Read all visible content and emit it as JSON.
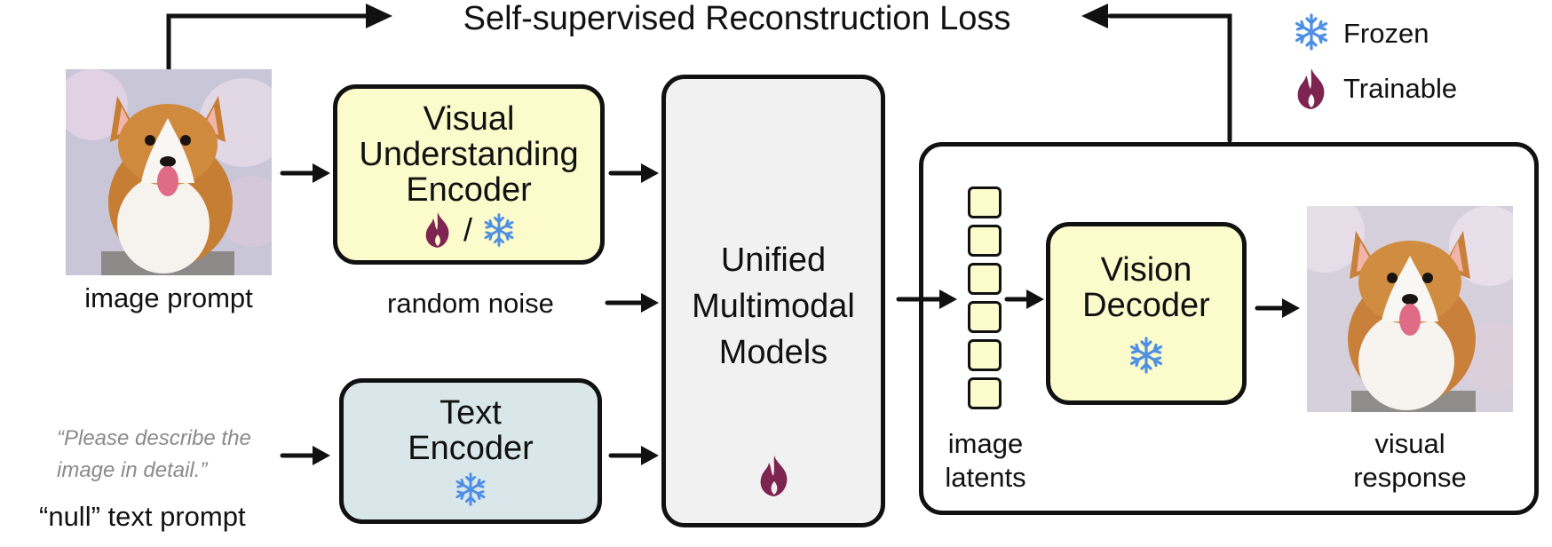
{
  "loss_label": "Self-supervised Reconstruction Loss",
  "legend": {
    "frozen": {
      "label": "Frozen",
      "icon": "snowflake-icon",
      "color": "#4f8fe3"
    },
    "trainable": {
      "label": "Trainable",
      "icon": "flame-icon",
      "color": "#7e2451"
    }
  },
  "inputs": {
    "image_prompt_label": "image prompt",
    "random_noise_label": "random noise",
    "text_prompt_quote_line1": "“Please describe the",
    "text_prompt_quote_line2": "image in detail.”",
    "null_text_prompt_label": "“null” text prompt"
  },
  "modules": {
    "visual_encoder": {
      "line1": "Visual",
      "line2": "Understanding",
      "line3": "Encoder",
      "separator": "/"
    },
    "text_encoder": {
      "line1": "Text",
      "line2": "Encoder"
    },
    "umm": {
      "line1": "Unified",
      "line2": "Multimodal",
      "line3": "Models"
    },
    "vision_decoder": {
      "line1": "Vision",
      "line2": "Decoder"
    }
  },
  "outputs": {
    "latents_line1": "image",
    "latents_line2": "latents",
    "visual_response_line1": "visual",
    "visual_response_line2": "response"
  }
}
